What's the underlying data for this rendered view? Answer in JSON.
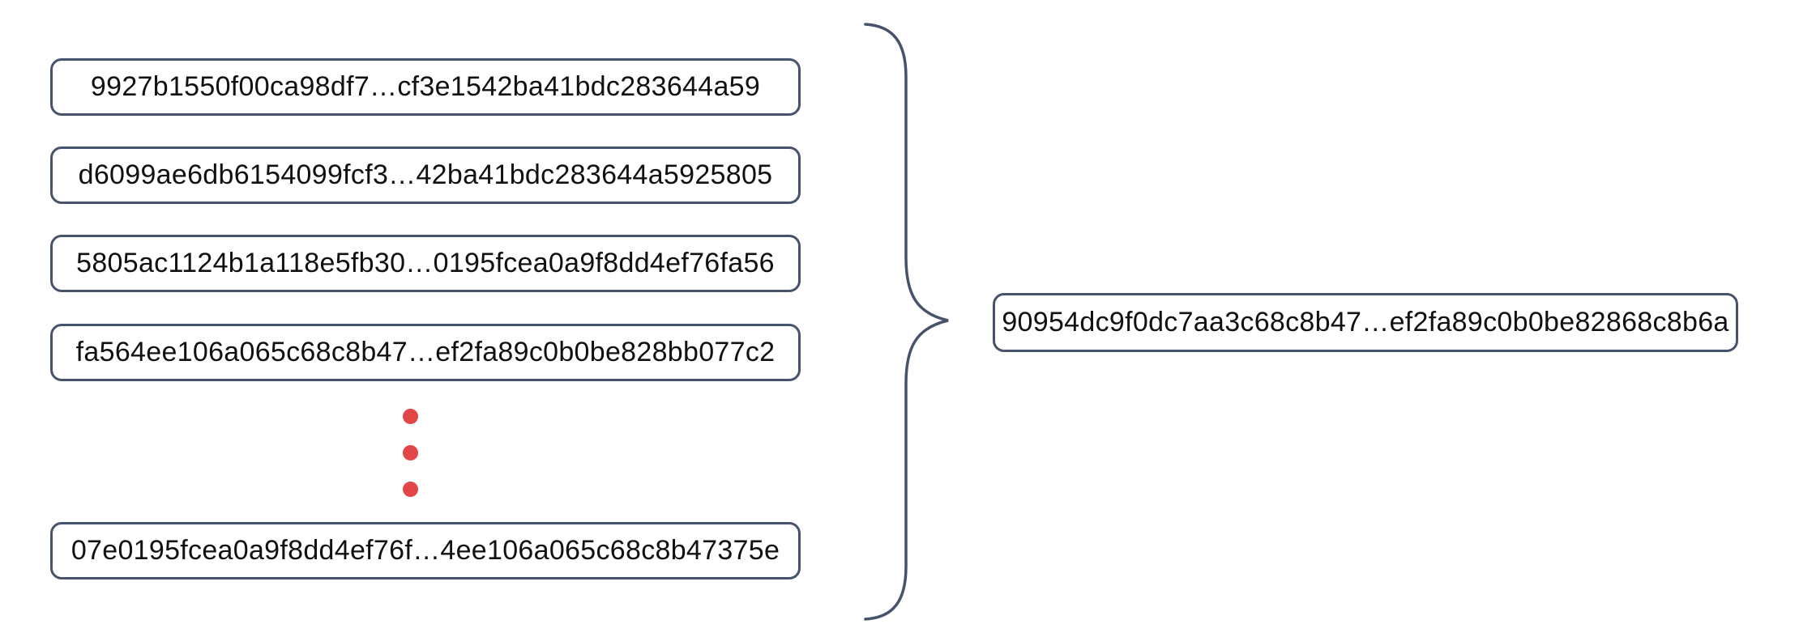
{
  "diagram": {
    "description": "Many hash values grouped by a curly brace into a single combined hash value",
    "input_hashes": [
      "9927b1550f00ca98df7…cf3e1542ba41bdc283644a59",
      "d6099ae6db6154099fcf3…42ba41bdc283644a5925805",
      "5805ac1124b1a118e5fb30…0195fcea0a9f8dd4ef76fa56",
      "fa564ee106a065c68c8b47…ef2fa89c0b0be828bb077c2",
      "07e0195fcea0a9f8dd4ef76f…4ee106a065c68c8b47375e"
    ],
    "ellipsis_dot_count": 3,
    "output_hash": "90954dc9f0dc7aa3c68c8b47…ef2fa89c0b0be82868c8b6a",
    "colors": {
      "outline": "#47536A",
      "dot": "#E24646",
      "text": "#111111",
      "background": "#FFFFFF"
    }
  }
}
